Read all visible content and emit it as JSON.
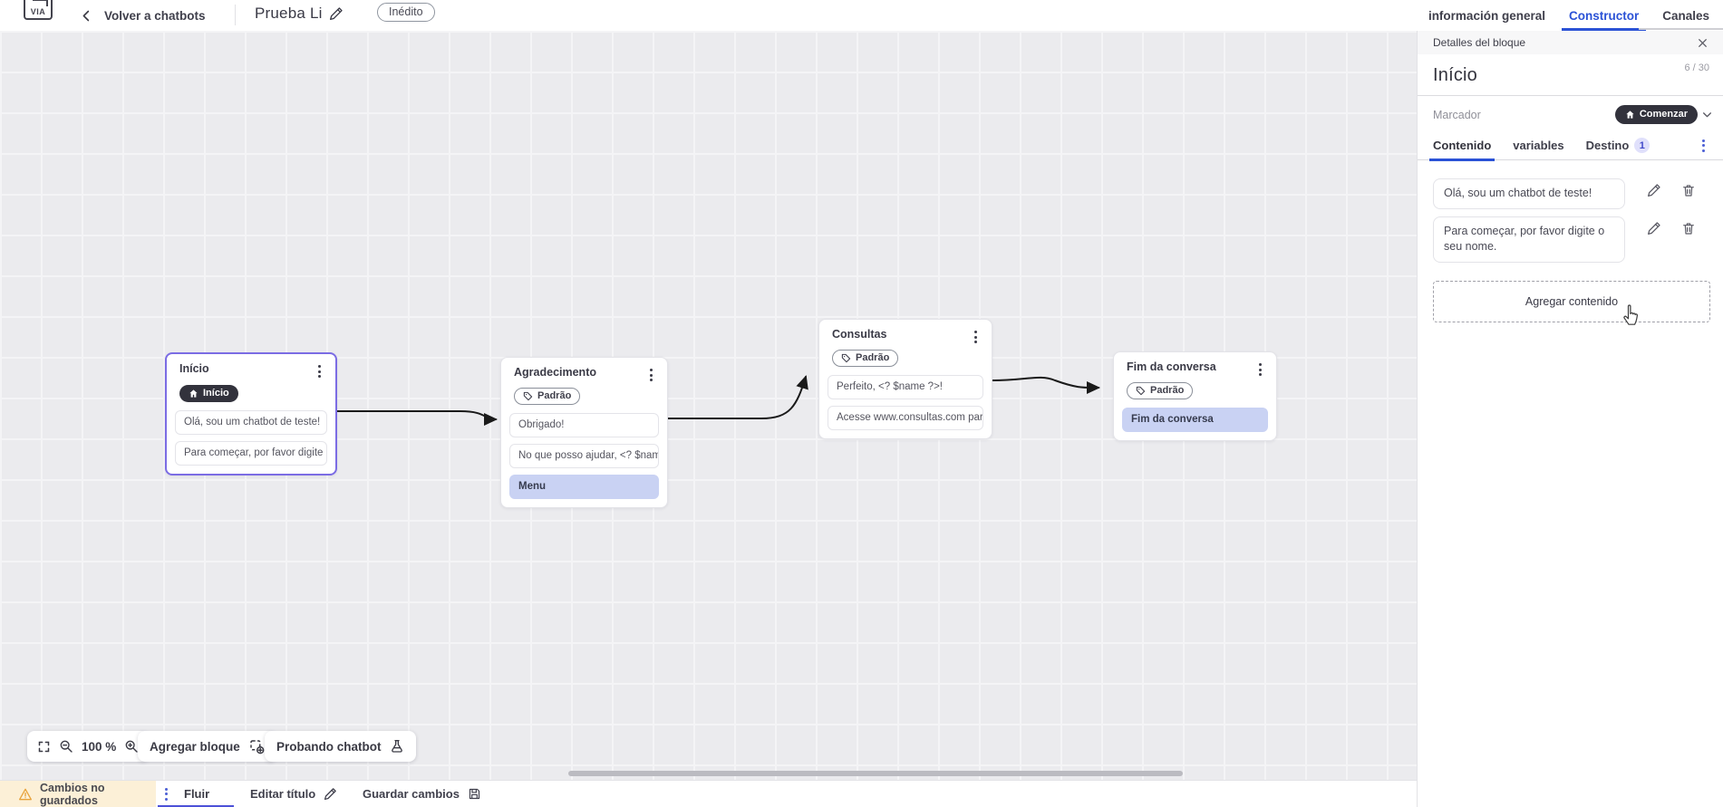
{
  "topbar": {
    "logo_text": "VIA",
    "back_label": "Volver a chatbots",
    "title": "Prueba Li",
    "status_badge": "Inédito",
    "tabs": [
      {
        "label": "información general",
        "active": false
      },
      {
        "label": "Constructor",
        "active": true
      },
      {
        "label": "Canales",
        "active": false
      }
    ]
  },
  "panel": {
    "header": "Detalles del bloque",
    "block_name": "Início",
    "char_counter": "6 / 30",
    "marker_label": "Marcador",
    "marker_value": "Comenzar",
    "tabs": [
      {
        "label": "Contenido",
        "active": true
      },
      {
        "label": "variables",
        "active": false
      },
      {
        "label": "Destino",
        "active": false,
        "badge": "1"
      }
    ],
    "contents": [
      {
        "text": "Olá, sou um chatbot de teste!"
      },
      {
        "text": "Para começar, por favor digite o seu nome."
      }
    ],
    "add_content_label": "Agregar contenido"
  },
  "canvas": {
    "zoom_level": "100 %",
    "buttons": [
      {
        "label": "Agregar bloque"
      },
      {
        "label": "Probando chatbot"
      }
    ],
    "nodes": [
      {
        "title": "Início",
        "badge": "Início",
        "selected": true,
        "rows": [
          {
            "text": "Olá, sou um chatbot de teste!"
          },
          {
            "text": "Para começar, por favor digite o ..."
          }
        ]
      },
      {
        "title": "Agradecimento",
        "badge": "Padrão",
        "selected": false,
        "rows": [
          {
            "text": "Obrigado!"
          },
          {
            "text": "No que posso ajudar, <? $name ..."
          },
          {
            "text": "Menu",
            "highlight": true
          }
        ]
      },
      {
        "title": "Consultas",
        "badge": "Padrão",
        "selected": false,
        "rows": [
          {
            "text": "Perfeito, <? $name ?>!"
          },
          {
            "text": "Acesse www.consultas.com par..."
          }
        ]
      },
      {
        "title": "Fim da conversa",
        "badge": "Padrão",
        "selected": false,
        "rows": [
          {
            "text": "Fim da conversa",
            "highlight": true
          }
        ]
      }
    ]
  },
  "bottombar": {
    "warning": "Cambios no guardados",
    "tab": "Fluir",
    "edit_title_label": "Editar título",
    "save_label": "Guardar cambios"
  },
  "colors": {
    "accent_blue": "#2b52d6",
    "accent_purple": "#4c51d8",
    "selected_node_border": "#7b6ce4",
    "dark_pill": "#32323c",
    "highlight_row": "#c9d2f3",
    "warning_bg": "#fcf0d7",
    "warning_icon": "#e8a33d",
    "connector": "#1a1a1a"
  }
}
